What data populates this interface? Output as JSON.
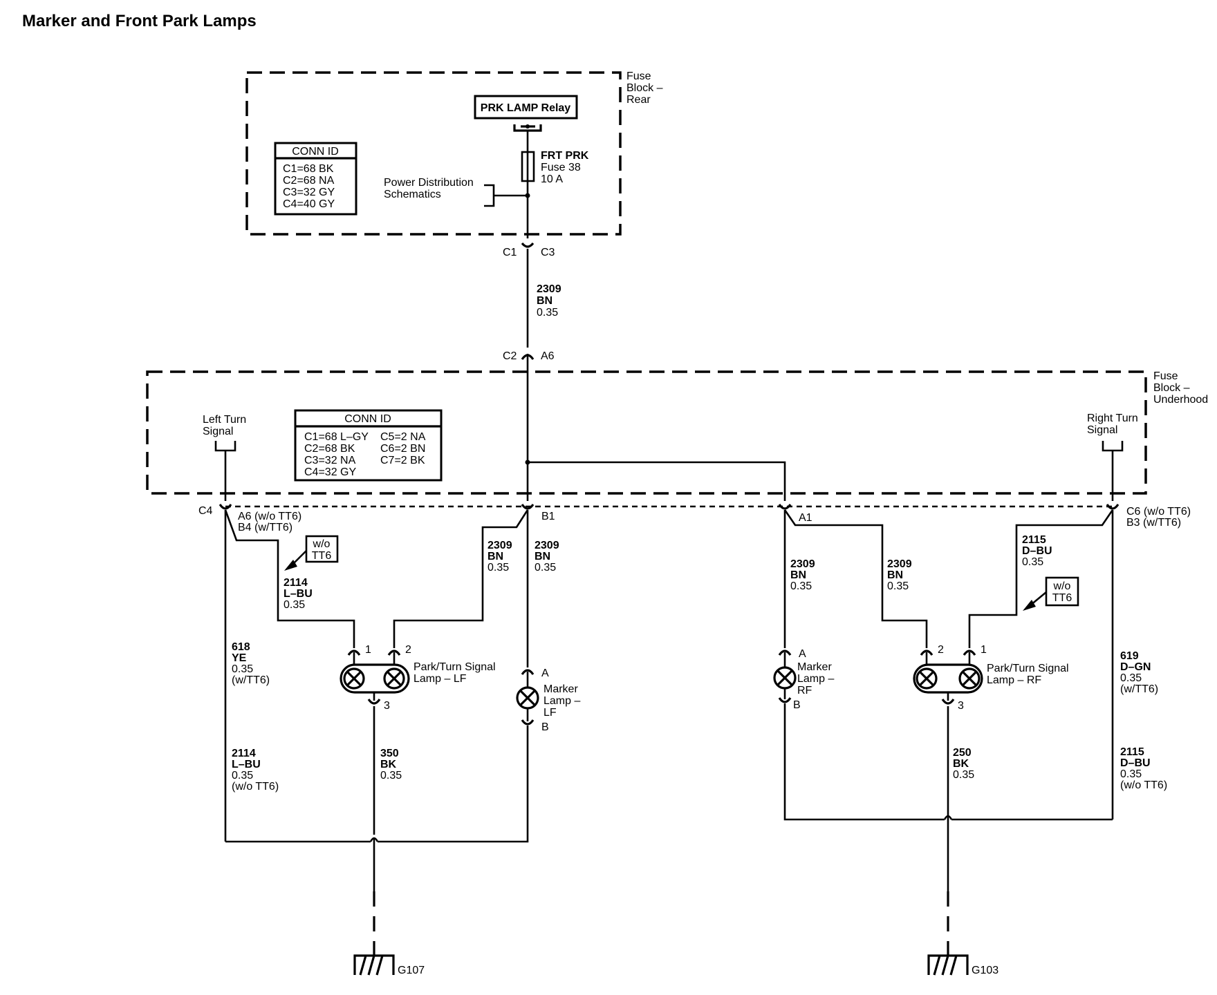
{
  "title": "Marker and Front Park Lamps",
  "fuse_block_rear": {
    "label": [
      "Fuse",
      "Block –",
      "Rear"
    ],
    "relay": "PRK LAMP Relay",
    "fuse": [
      "FRT PRK",
      "Fuse 38",
      "10 A"
    ],
    "power_ref": [
      "Power Distribution",
      "Schematics"
    ],
    "conn_id": {
      "header": "CONN ID",
      "rows": [
        "C1=68 BK",
        "C2=68 NA",
        "C3=32 GY",
        "C4=40 GY"
      ]
    }
  },
  "inline_connectors": {
    "top": [
      "C1",
      "C3"
    ],
    "mid": [
      "C2",
      "A6"
    ]
  },
  "feed_wire": [
    "2309",
    "BN",
    "0.35"
  ],
  "fuse_block_underhood": {
    "label": [
      "Fuse",
      "Block –",
      "Underhood"
    ],
    "conn_id": {
      "header": "CONN ID",
      "col1": [
        "C1=68 L–GY",
        "C2=68 BK",
        "C3=32 NA",
        "C4=32 GY"
      ],
      "col2": [
        "C5=2 NA",
        "C6=2 BN",
        "C7=2 BK"
      ]
    },
    "left_turn": [
      "Left Turn",
      "Signal"
    ],
    "right_turn": [
      "Right Turn",
      "Signal"
    ]
  },
  "pins": {
    "c4": "C4",
    "a6b4": [
      "A6 (w/o TT6)",
      "B4 (w/TT6)"
    ],
    "b1": "B1",
    "a1": "A1",
    "c6b3": [
      "C6 (w/o TT6)",
      "B3 (w/TT6)"
    ]
  },
  "options": {
    "wo_tt6": [
      "w/o",
      "TT6"
    ]
  },
  "wires": {
    "w2114_upper": [
      "2114",
      "L–BU",
      "0.35"
    ],
    "w618": [
      "618",
      "YE",
      "0.35",
      "(w/TT6)"
    ],
    "w2114_lower": [
      "2114",
      "L–BU",
      "0.35",
      "(w/o TT6)"
    ],
    "w2309_lf_lamp": [
      "2309",
      "BN",
      "0.35"
    ],
    "w2309_lf_marker": [
      "2309",
      "BN",
      "0.35"
    ],
    "w350": [
      "350",
      "BK",
      "0.35"
    ],
    "w2309_rf_marker": [
      "2309",
      "BN",
      "0.35"
    ],
    "w2309_rf_lamp": [
      "2309",
      "BN",
      "0.35"
    ],
    "w2115_upper": [
      "2115",
      "D–BU",
      "0.35"
    ],
    "w619": [
      "619",
      "D–GN",
      "0.35",
      "(w/TT6)"
    ],
    "w2115_lower": [
      "2115",
      "D–BU",
      "0.35",
      "(w/o TT6)"
    ],
    "w250": [
      "250",
      "BK",
      "0.35"
    ]
  },
  "components": {
    "park_lf": {
      "label": [
        "Park/Turn Signal",
        "Lamp – LF"
      ],
      "pins": [
        "1",
        "2",
        "3"
      ]
    },
    "marker_lf": {
      "label": [
        "Marker",
        "Lamp –",
        "LF"
      ],
      "pins": [
        "A",
        "B"
      ]
    },
    "marker_rf": {
      "label": [
        "Marker",
        "Lamp –",
        "RF"
      ],
      "pins": [
        "A",
        "B"
      ]
    },
    "park_rf": {
      "label": [
        "Park/Turn Signal",
        "Lamp – RF"
      ],
      "pins": [
        "2",
        "1",
        "3"
      ]
    }
  },
  "grounds": {
    "left": "G107",
    "right": "G103"
  }
}
